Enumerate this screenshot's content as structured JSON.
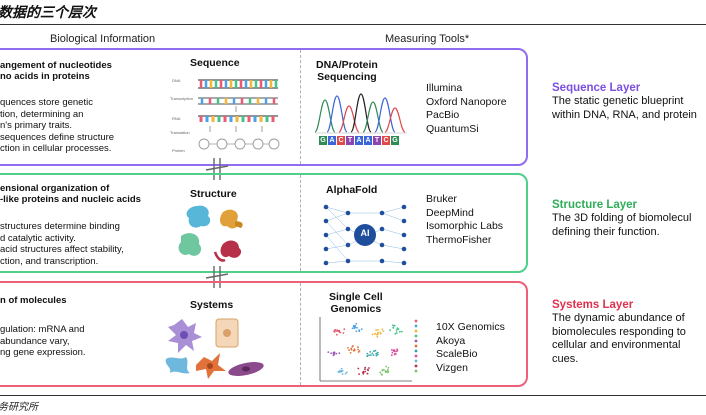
{
  "title": "数据的三个层次",
  "headers": {
    "bio": "Biological Information",
    "tools": "Measuring Tools*"
  },
  "layers": [
    {
      "key": "sequence",
      "color": "#8f6cf0",
      "heading_lines": [
        "angement of nucleotides",
        "no acids in proteins"
      ],
      "body_lines": [
        "quences store genetic",
        "tion, determining an",
        "n's primary traits.",
        "sequences define structure",
        "ction in cellular processes."
      ],
      "panel_label": "Sequence",
      "tool_title_lines": [
        "DNA/Protein",
        "Sequencing"
      ],
      "vendors": [
        "Illumina",
        "Oxford Nanopore",
        "PacBio",
        "QuantumSi"
      ],
      "right_title": "Sequence Layer",
      "right_title_color": "#7b4fe0",
      "right_desc_lines": [
        "The static genetic blueprint",
        "within DNA, RNA, and protein"
      ]
    },
    {
      "key": "structure",
      "color": "#4fd08a",
      "heading_lines": [
        "ensional organization of",
        "-like proteins and nucleic acids"
      ],
      "body_lines": [
        "structures determine binding",
        "d catalytic activity.",
        "acid structures affect stability,",
        "ction, and transcription."
      ],
      "panel_label": "Structure",
      "tool_title_lines": [
        "AlphaFold"
      ],
      "ai_label": "AI",
      "vendors": [
        "Bruker",
        "DeepMind",
        "Isomorphic Labs",
        "ThermoFisher"
      ],
      "right_title": "Structure Layer",
      "right_title_color": "#2fae5a",
      "right_desc_lines": [
        "The 3D folding of biomolecul",
        "defining their function."
      ]
    },
    {
      "key": "systems",
      "color": "#ee5f78",
      "heading_lines": [
        "n of molecules"
      ],
      "body_lines": [
        "gulation: mRNA and",
        "abundance vary,",
        "ng gene expression."
      ],
      "panel_label": "Systems",
      "tool_title_lines": [
        "Single Cell",
        "Genomics"
      ],
      "vendors": [
        "10X Genomics",
        "Akoya",
        "ScaleBio",
        "Vizgen"
      ],
      "right_title": "Systems Layer",
      "right_title_color": "#e0314f",
      "right_desc_lines": [
        "The dynamic abundance of",
        "biomolecules responding to",
        "cellular and environmental",
        "cues."
      ]
    }
  ],
  "dna_letters": "GACTAATCG",
  "footer": "务研究所"
}
